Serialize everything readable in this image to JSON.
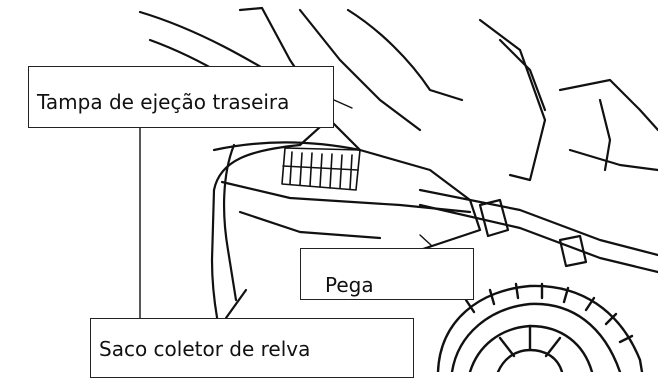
{
  "callouts": {
    "rear_discharge_cover": "Tampa de ejeção traseira",
    "handle": "Pega",
    "grass_bag": "Saco coletor de relva"
  },
  "colors": {
    "line": "#111111",
    "background": "#ffffff"
  }
}
